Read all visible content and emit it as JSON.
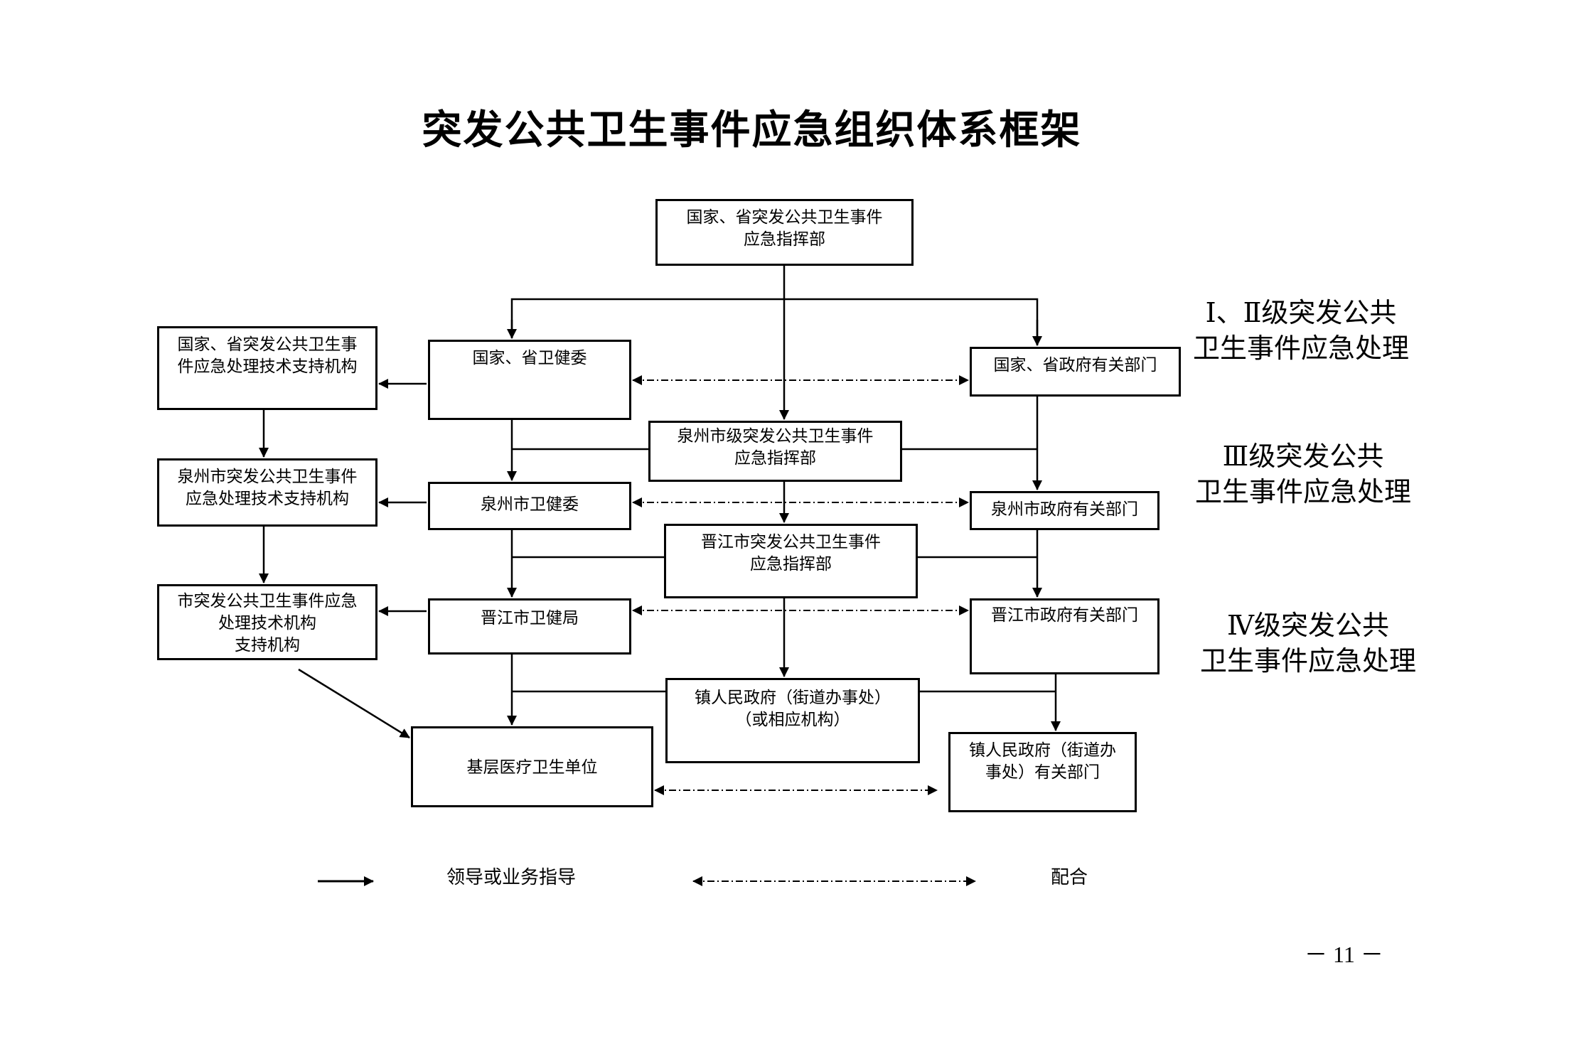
{
  "title": "突发公共卫生事件应急组织体系框架",
  "nodes": {
    "national_command": {
      "line1": "国家、省突发公共卫生事件",
      "line2": "应急指挥部"
    },
    "national_tech_support": {
      "line1": "国家、省突发公共卫生事",
      "line2": "件应急处理技术支持机构"
    },
    "national_health_commission": {
      "line1": "国家、省卫健委"
    },
    "national_gov_departments": {
      "line1": "国家、省政府有关部门"
    },
    "quanzhou_command": {
      "line1": "泉州市级突发公共卫生事件",
      "line2": "应急指挥部"
    },
    "quanzhou_tech_support": {
      "line1": "泉州市突发公共卫生事件",
      "line2": "应急处理技术支持机构"
    },
    "quanzhou_health_commission": {
      "line1": "泉州市卫健委"
    },
    "quanzhou_gov_departments": {
      "line1": "泉州市政府有关部门"
    },
    "jinjiang_command": {
      "line1": "晋江市突发公共卫生事件",
      "line2": "应急指挥部"
    },
    "city_tech_support": {
      "line1": "市突发公共卫生事件应急",
      "line2": "处理技术机构",
      "line3": "支持机构"
    },
    "jinjiang_health_bureau": {
      "line1": "晋江市卫健局"
    },
    "jinjiang_gov_departments": {
      "line1": "晋江市政府有关部门"
    },
    "town_government": {
      "line1": "镇人民政府（街道办事处）",
      "line2": "（或相应机构）"
    },
    "primary_medical_units": {
      "line1": "基层医疗卫生单位"
    },
    "town_gov_departments": {
      "line1": "镇人民政府（街道办",
      "line2": "事处）有关部门"
    }
  },
  "levels": [
    {
      "line1": "Ⅰ、Ⅱ级突发公共",
      "line2": "卫生事件应急处理"
    },
    {
      "line1": "Ⅲ级突发公共",
      "line2": "卫生事件应急处理"
    },
    {
      "line1": "Ⅳ级突发公共",
      "line2": "卫生事件应急处理"
    }
  ],
  "legend": {
    "solid_arrow_label": "领导或业务指导",
    "dashdot_arrow_label": "配合"
  },
  "page_number": "－ 11 －"
}
